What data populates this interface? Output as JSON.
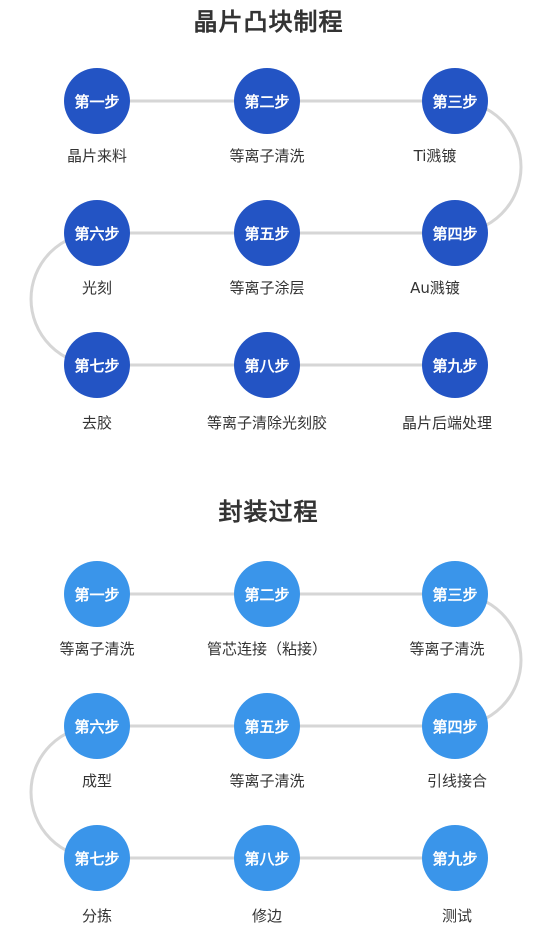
{
  "section1": {
    "title": "晶片凸块制程",
    "color": "#2354c4",
    "steps": [
      {
        "badge": "第一步",
        "label": "晶片来料"
      },
      {
        "badge": "第二步",
        "label": "等离子清洗"
      },
      {
        "badge": "第三步",
        "label": "Ti溅镀"
      },
      {
        "badge": "第四步",
        "label": "Au溅镀"
      },
      {
        "badge": "第五步",
        "label": "等离子涂层"
      },
      {
        "badge": "第六步",
        "label": "光刻"
      },
      {
        "badge": "第七步",
        "label": "去胶"
      },
      {
        "badge": "第八步",
        "label": "等离子清除光刻胶"
      },
      {
        "badge": "第九步",
        "label": "晶片后端处理"
      }
    ]
  },
  "section2": {
    "title": "封装过程",
    "color": "#3a95ea",
    "steps": [
      {
        "badge": "第一步",
        "label": "等离子清洗"
      },
      {
        "badge": "第二步",
        "label": "管芯连接（粘接）"
      },
      {
        "badge": "第三步",
        "label": "等离子清洗"
      },
      {
        "badge": "第四步",
        "label": "引线接合"
      },
      {
        "badge": "第五步",
        "label": "等离子清洗"
      },
      {
        "badge": "第六步",
        "label": "成型"
      },
      {
        "badge": "第七步",
        "label": "分拣"
      },
      {
        "badge": "第八步",
        "label": "修边"
      },
      {
        "badge": "第九步",
        "label": "测试"
      }
    ]
  },
  "connector_color": "#d6d6d6"
}
